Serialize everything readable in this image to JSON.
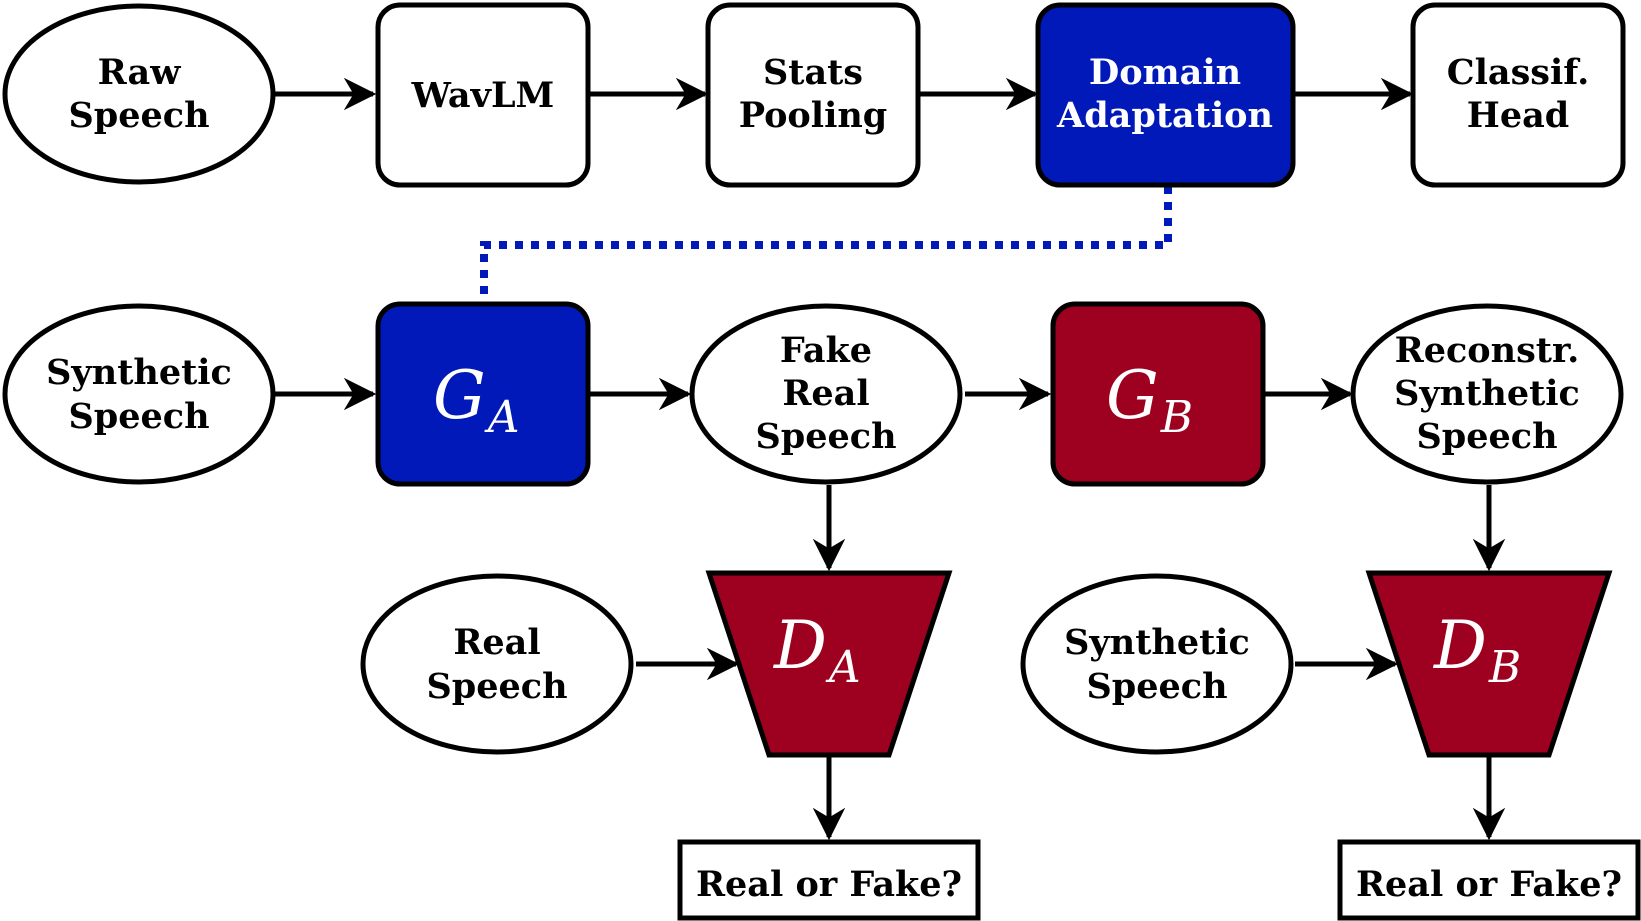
{
  "colors": {
    "blue": "#0019B8",
    "red": "#9E0020",
    "white": "#FFFFFF",
    "black": "#000000",
    "dotted_link": "#0019B8"
  },
  "top_row": {
    "raw_speech": [
      "Raw",
      "Speech"
    ],
    "wavlm": [
      "WavLM"
    ],
    "stats_pooling": [
      "Stats",
      "Pooling"
    ],
    "domain_adaptation": [
      "Domain",
      "Adaptation"
    ],
    "classif_head": [
      "Classif.",
      "Head"
    ]
  },
  "middle_row": {
    "synthetic_speech": [
      "Synthetic",
      "Speech"
    ],
    "generator_a": {
      "symbol": "G",
      "sub": "A"
    },
    "fake_real_speech": [
      "Fake",
      "Real",
      "Speech"
    ],
    "generator_b": {
      "symbol": "G",
      "sub": "B"
    },
    "reconstr_synthetic_speech": [
      "Reconstr.",
      "Synthetic",
      "Speech"
    ]
  },
  "bottom_row": {
    "real_speech": [
      "Real",
      "Speech"
    ],
    "discriminator_a": {
      "symbol": "D",
      "sub": "A"
    },
    "synthetic_speech_b": [
      "Synthetic",
      "Speech"
    ],
    "discriminator_b": {
      "symbol": "D",
      "sub": "B"
    },
    "output_a": "Real or Fake?",
    "output_b": "Real or Fake?"
  }
}
